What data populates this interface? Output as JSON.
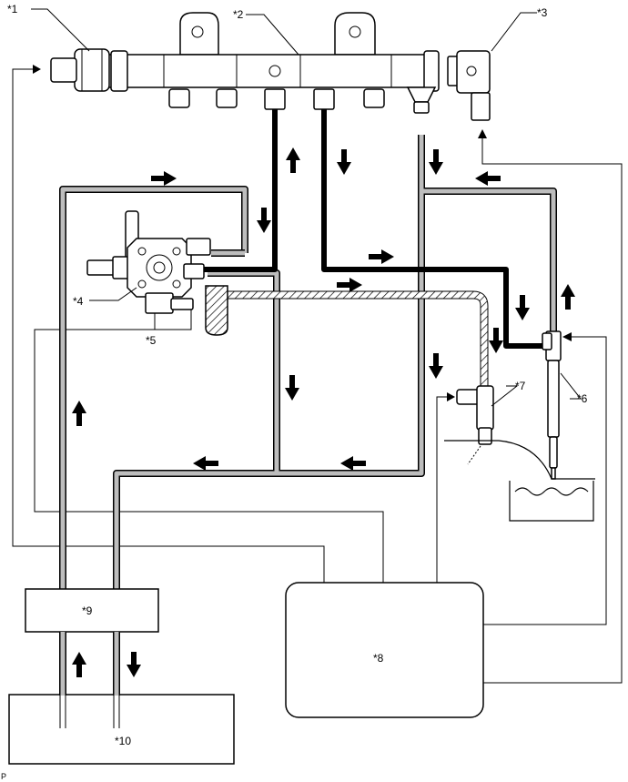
{
  "callouts": {
    "c1": "*1",
    "c2": "*2",
    "c3": "*3",
    "c4": "*4",
    "c5": "*5",
    "c6": "*6",
    "c7": "*7",
    "c8": "*8",
    "c9": "*9",
    "c10": "*10"
  },
  "corner_mark": "P",
  "colors": {
    "high_pressure_line": "#000000",
    "return_line": "#bdbdbd",
    "outline": "#000000"
  },
  "icons": [
    "arrow-right",
    "arrow-left",
    "arrow-up",
    "arrow-down"
  ]
}
